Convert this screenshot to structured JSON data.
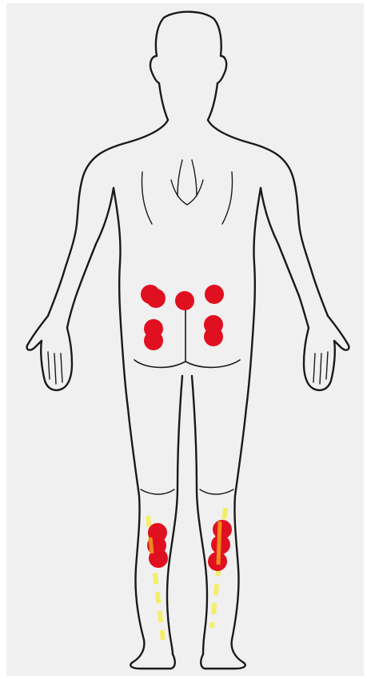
{
  "figure": {
    "view": "posterior",
    "colors": {
      "background": "#f0f0f0",
      "outline": "#1a1a1a",
      "marker": "#e01020",
      "stripe_yellow": "#f4ef6a",
      "stripe_orange": "#f08a1c"
    },
    "marker_groups": [
      {
        "name": "lower-back-marker-left-upper"
      },
      {
        "name": "lower-back-marker-center"
      },
      {
        "name": "lower-back-marker-right-upper"
      },
      {
        "name": "buttock-marker-left"
      },
      {
        "name": "buttock-marker-right"
      },
      {
        "name": "calf-marker-left"
      },
      {
        "name": "calf-marker-right"
      }
    ],
    "referral_lines": [
      {
        "name": "left-calf-referral-line"
      },
      {
        "name": "right-calf-referral-line"
      }
    ]
  }
}
